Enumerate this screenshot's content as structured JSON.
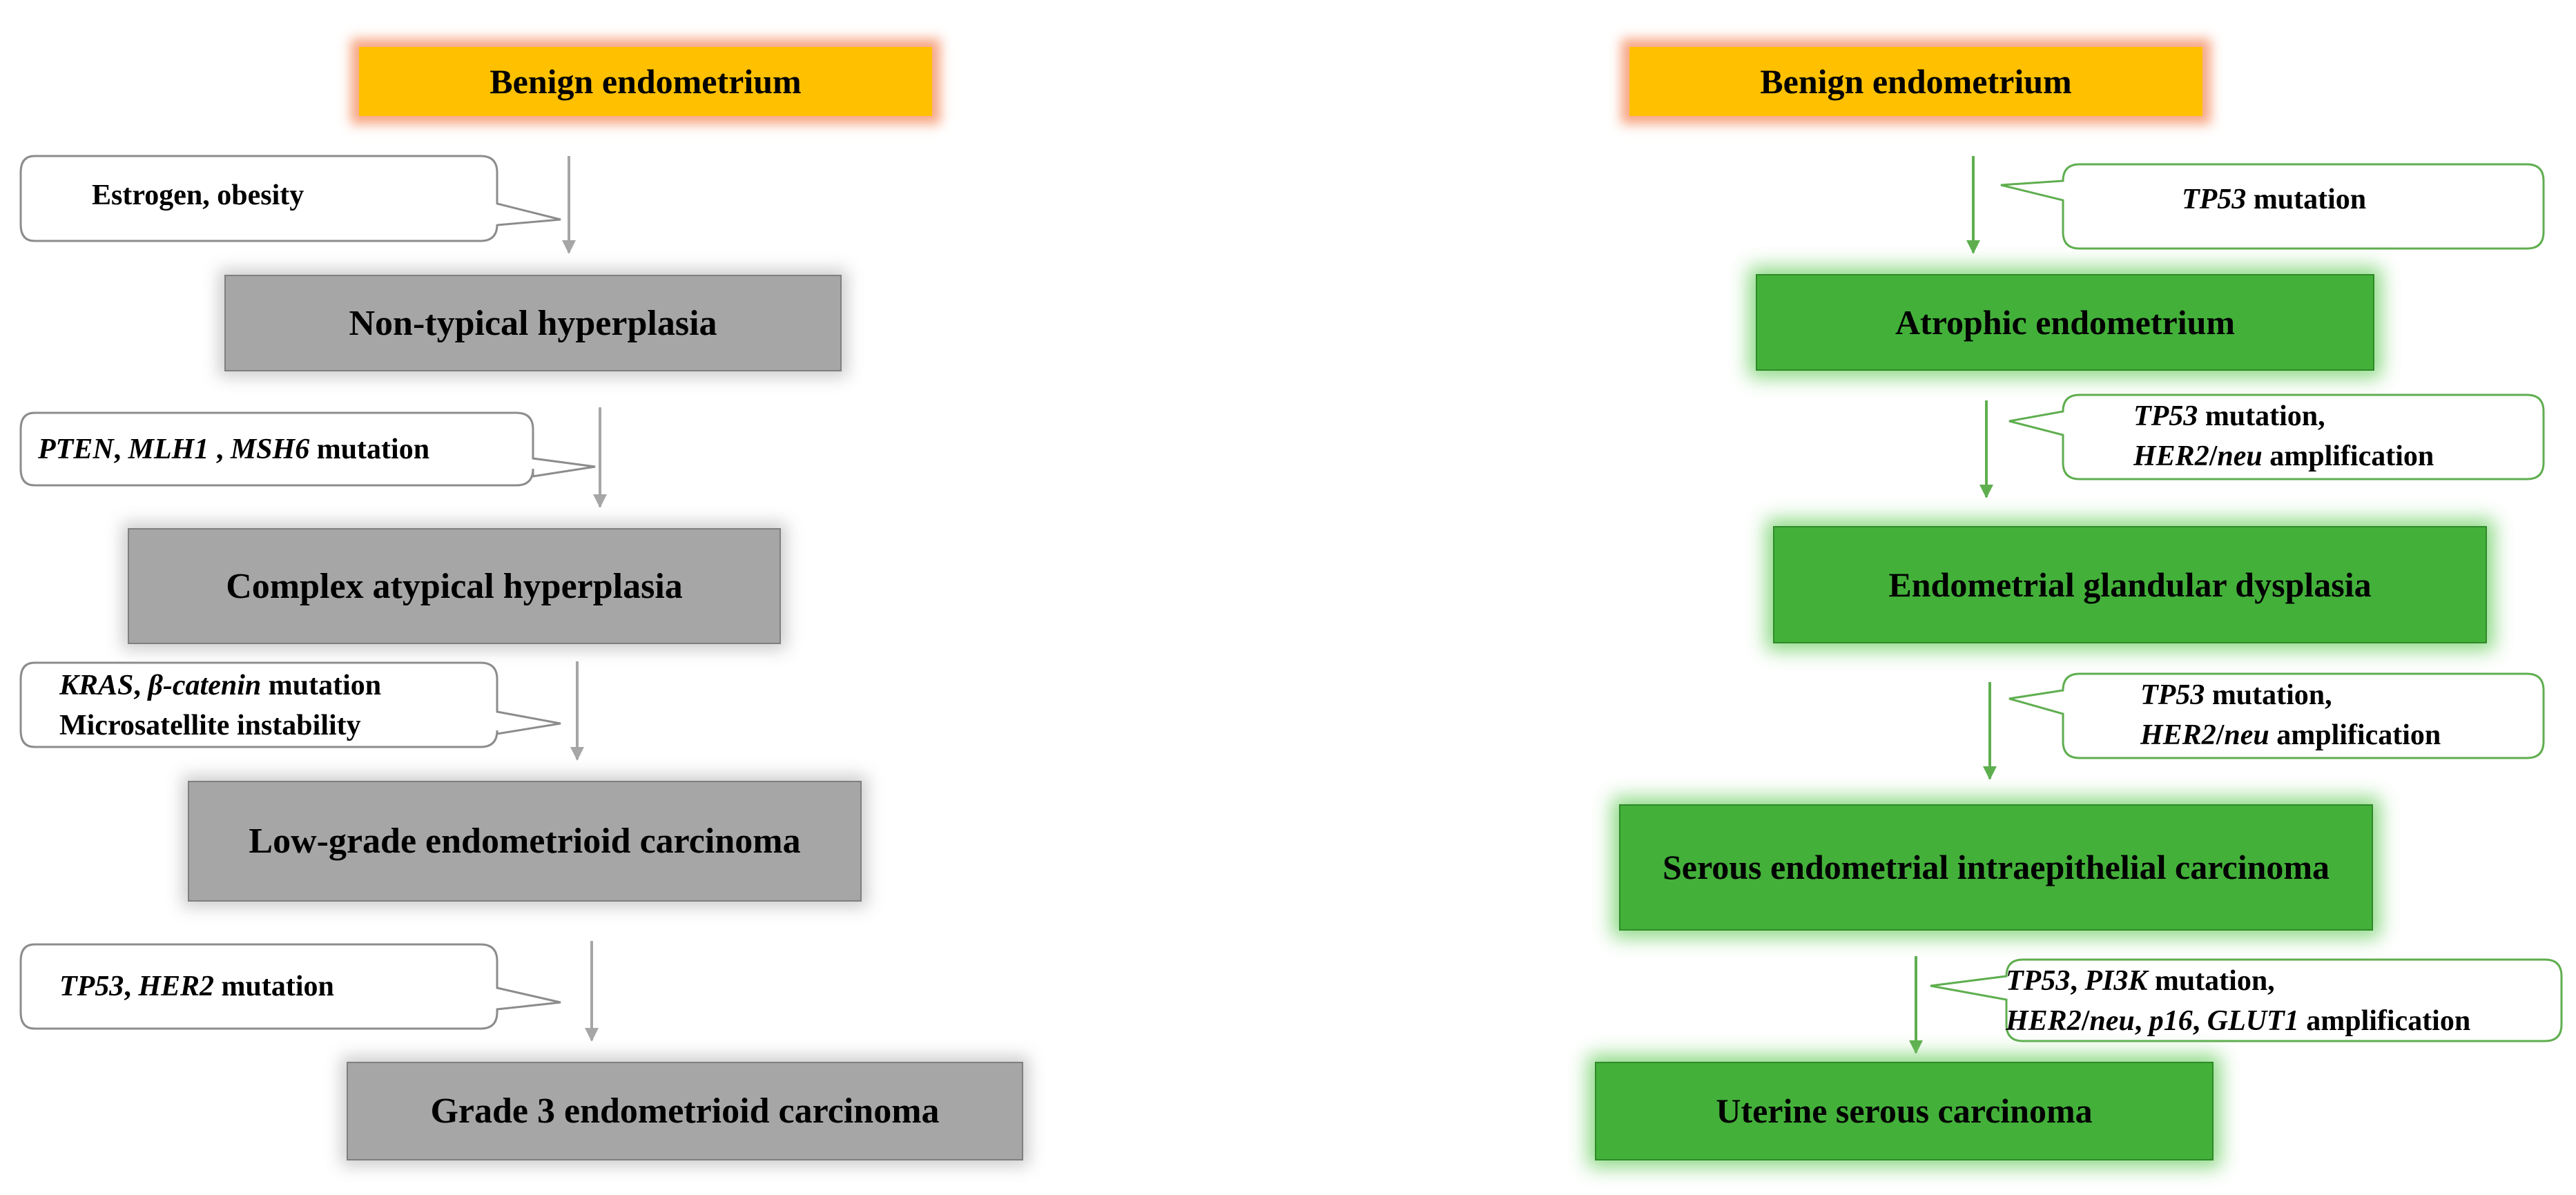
{
  "left_pathway": {
    "start": "Benign endometrium",
    "stages": [
      "Non-typical hyperplasia",
      "Complex atypical hyperplasia",
      "Low-grade endometrioid carcinoma",
      "Grade 3 endometrioid carcinoma"
    ],
    "callouts": [
      {
        "lines": [
          [
            {
              "t": "Estrogen, obesity",
              "i": false
            }
          ]
        ]
      },
      {
        "lines": [
          [
            {
              "t": "PTEN",
              "i": true
            },
            {
              "t": ", ",
              "i": false
            },
            {
              "t": "MLH1",
              "i": true
            },
            {
              "t": " , ",
              "i": false
            },
            {
              "t": "MSH6",
              "i": true
            },
            {
              "t": "  mutation",
              "i": false
            }
          ]
        ]
      },
      {
        "lines": [
          [
            {
              "t": "KRAS",
              "i": true
            },
            {
              "t": ", ",
              "i": false
            },
            {
              "t": "β-catenin",
              "i": true
            },
            {
              "t": " mutation",
              "i": false
            }
          ],
          [
            {
              "t": "Microsatellite instability",
              "i": false
            }
          ]
        ]
      },
      {
        "lines": [
          [
            {
              "t": "TP53",
              "i": true
            },
            {
              "t": ", ",
              "i": false
            },
            {
              "t": "HER2",
              "i": true
            },
            {
              "t": " mutation",
              "i": false
            }
          ]
        ]
      }
    ]
  },
  "right_pathway": {
    "start": "Benign endometrium",
    "stages": [
      "Atrophic endometrium",
      "Endometrial glandular dysplasia",
      "Serous endometrial intraepithelial carcinoma",
      "Uterine serous carcinoma"
    ],
    "callouts": [
      {
        "lines": [
          [
            {
              "t": "TP53",
              "i": true
            },
            {
              "t": " mutation",
              "i": false
            }
          ]
        ]
      },
      {
        "lines": [
          [
            {
              "t": "TP53",
              "i": true
            },
            {
              "t": " mutation,",
              "i": false
            }
          ],
          [
            {
              "t": "HER2",
              "i": true
            },
            {
              "t": "/",
              "i": false
            },
            {
              "t": "neu",
              "i": true
            },
            {
              "t": " amplification",
              "i": false
            }
          ]
        ]
      },
      {
        "lines": [
          [
            {
              "t": "TP53",
              "i": true
            },
            {
              "t": " mutation,",
              "i": false
            }
          ],
          [
            {
              "t": "HER2",
              "i": true
            },
            {
              "t": "/",
              "i": false
            },
            {
              "t": "neu",
              "i": true
            },
            {
              "t": " amplification",
              "i": false
            }
          ]
        ]
      },
      {
        "lines": [
          [
            {
              "t": "TP53",
              "i": true
            },
            {
              "t": ", ",
              "i": false
            },
            {
              "t": "PI3K",
              "i": true
            },
            {
              "t": " mutation,",
              "i": false
            }
          ],
          [
            {
              "t": "HER2",
              "i": true
            },
            {
              "t": "/",
              "i": false
            },
            {
              "t": "neu",
              "i": true
            },
            {
              "t": ", ",
              "i": false
            },
            {
              "t": "p16",
              "i": true
            },
            {
              "t": ", ",
              "i": false
            },
            {
              "t": "GLUT1",
              "i": true
            },
            {
              "t": "  amplification",
              "i": false
            }
          ]
        ]
      }
    ]
  },
  "colors": {
    "start_box": "#ffc000",
    "left_stage": "#a6a6a6",
    "right_stage": "#43b03a",
    "left_arrow": "#a6a6a6",
    "right_arrow": "#5fae4f"
  }
}
